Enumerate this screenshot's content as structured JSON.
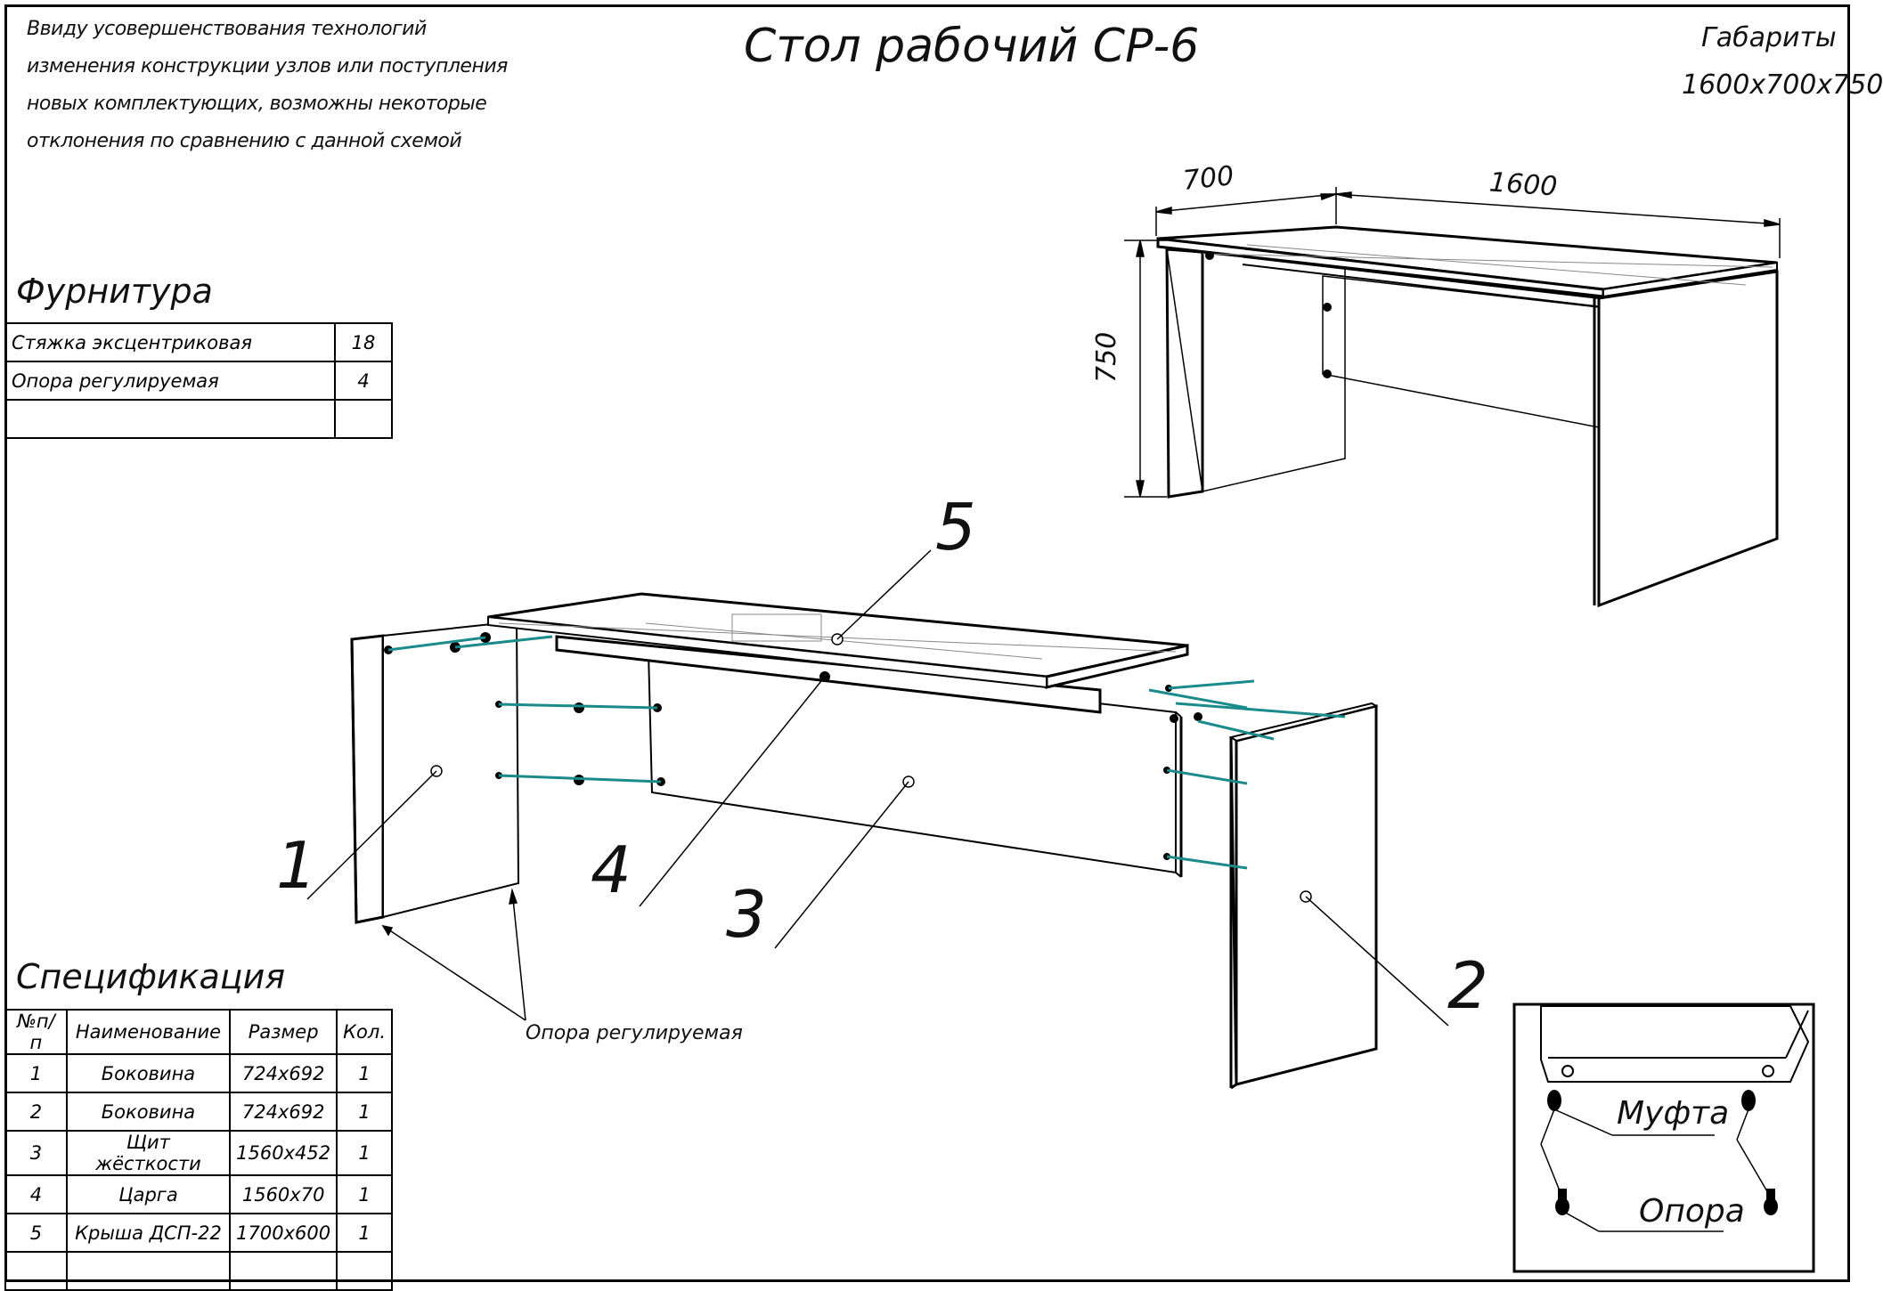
{
  "note_lines": [
    "Ввиду усовершенствования технологий",
    "изменения конструкции узлов или поступления",
    "новых комплектующих, возможны некоторые",
    "отклонения по сравнению с данной схемой"
  ],
  "title": "Стол рабочий СР-6",
  "dimensions": {
    "label": "Габариты",
    "value": "1600х700х750",
    "depth": "700",
    "width": "1600",
    "height": "750"
  },
  "hardware": {
    "title": "Фурнитура",
    "rows": [
      {
        "name": "Стяжка эксцентриковая",
        "qty": "18"
      },
      {
        "name": "Опора регулируемая",
        "qty": "4"
      },
      {
        "name": "",
        "qty": ""
      }
    ]
  },
  "part_labels": [
    "1",
    "2",
    "3",
    "4",
    "5"
  ],
  "callout": "Опора регулируемая",
  "detail": {
    "coupling": "Муфта",
    "support": "Опора"
  },
  "specification": {
    "title": "Спецификация",
    "headers": [
      "№п/п",
      "Наименование",
      "Размер",
      "Кол."
    ],
    "rows": [
      [
        "1",
        "Боковина",
        "724х692",
        "1"
      ],
      [
        "2",
        "Боковина",
        "724х692",
        "1"
      ],
      [
        "3",
        "Щит жёсткости",
        "1560х452",
        "1"
      ],
      [
        "4",
        "Царга",
        "1560х70",
        "1"
      ],
      [
        "5",
        "Крыша ДСП-22",
        "1700х600",
        "1"
      ],
      [
        "",
        "",
        "",
        ""
      ]
    ]
  },
  "colors": {
    "line": "#000000",
    "connector": "#1a8a8a"
  }
}
